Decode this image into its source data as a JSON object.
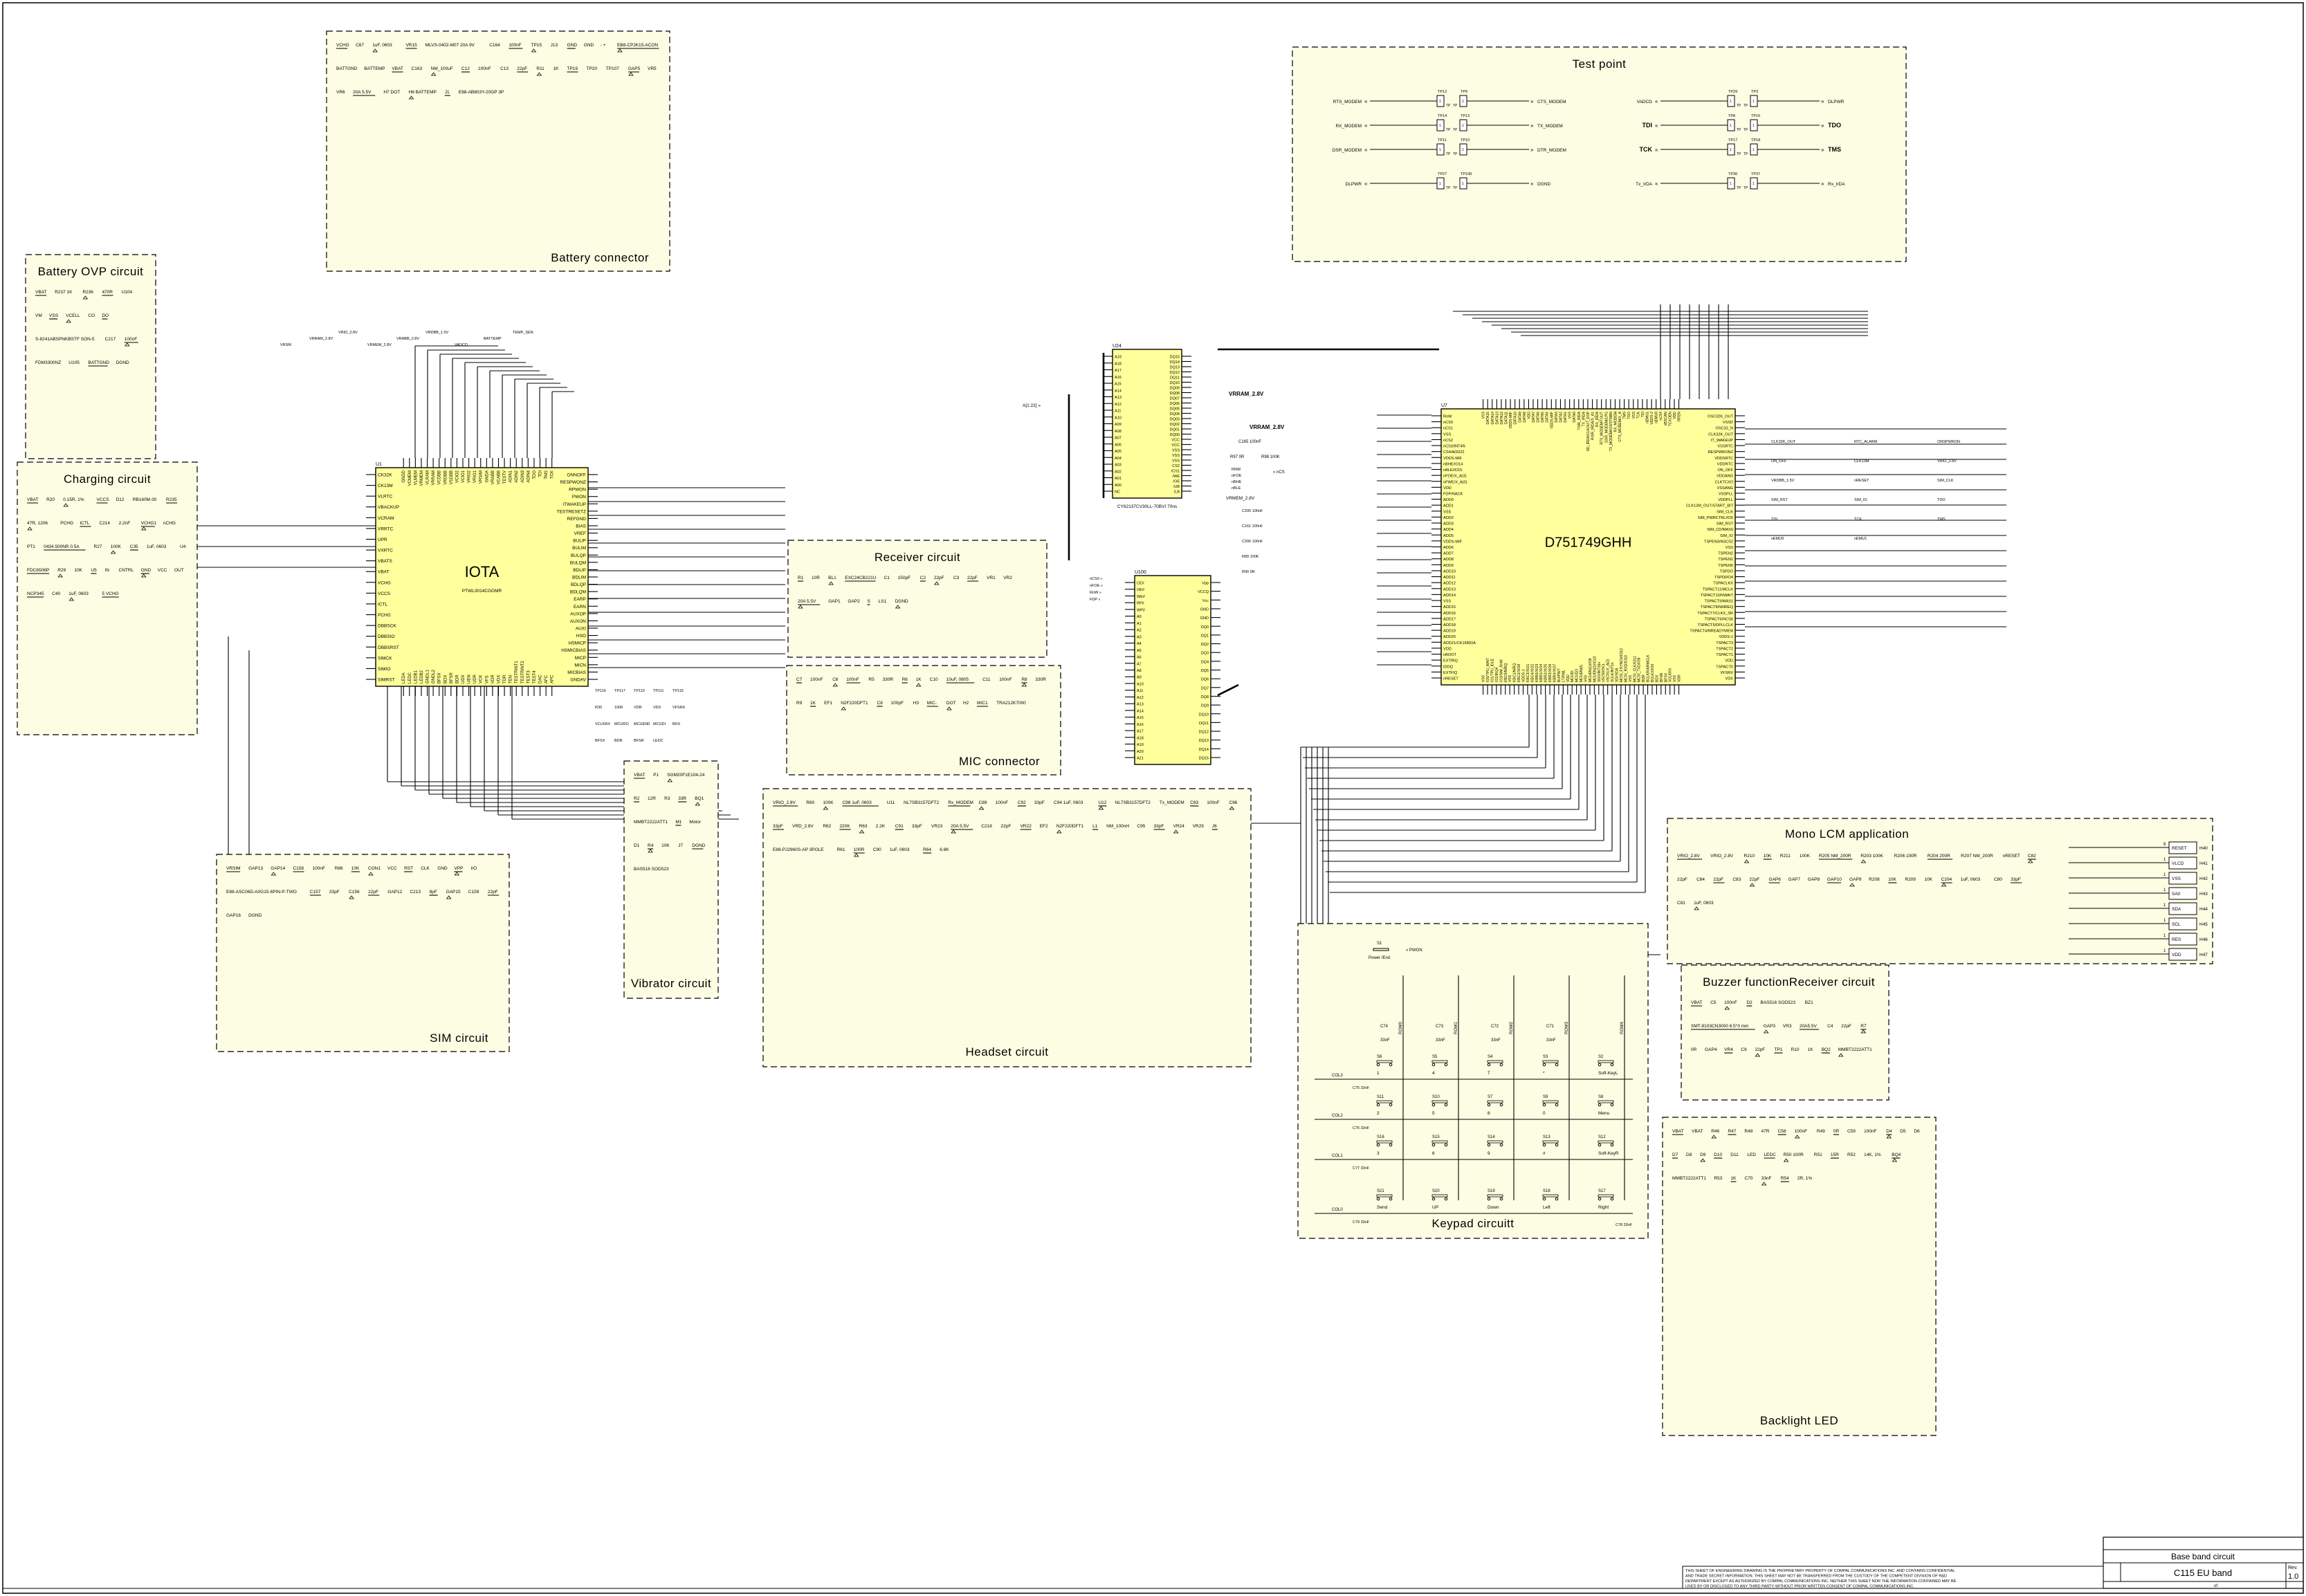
{
  "sheet": {
    "title": "Base band circuit",
    "project": "C115 EU band",
    "rev_label": "Rev.",
    "rev": "1.0",
    "sheet_of": "of",
    "disclaimer": [
      "THIS SHEET OF ENGINEERING DRAWING IS THE PROPRIETARY PROPERTY OF COMPAL COMMUNICATIONS INC. AND CONTAINS CONFIDENTIAL",
      "AND TRADE SECRET INFORMATION. THIS SHEET MAY NOT BE TRANSFERRED FROM THE CUSTODY OF THE COMPETENT DIVISION OF R&D",
      "DEPARTMENT EXCEPT AS AUTHORIZED BY COMPAL COMMUNICATIONS INC. NEITHER THIS SHEET NOR THE INFORMATION CONTAINED MAY BE",
      "USED BY OR DISCLOSED TO ANY THIRD PARTY WITHOUT PRIOR WRITTEN CONSENT OF COMPAL COMMUNICATIONS INC."
    ]
  },
  "colors": {
    "block_fill": "#fdfde3",
    "chip_fill": "#ffff9c",
    "wire": "#000000"
  },
  "blocks": [
    {
      "id": "battery",
      "title": "Battery connector",
      "parts": [
        "VCHG",
        "C67",
        "1uF, 0603",
        "VR15",
        "MLVS-0402-M07 20A 9V",
        "C164",
        "100nF",
        "TP15",
        "J13",
        "GND",
        "GND",
        "- +",
        "EB8-CPJK15-ACON",
        "BATTGND",
        "BATTEMP",
        "VBAT",
        "C163",
        "NM_100uF",
        "C12",
        "100nF",
        "C13",
        "22pF",
        "R11",
        "1K",
        "TP19",
        "TP20",
        "TP107",
        "GAP5",
        "VR5",
        "VR6",
        "20A 5.5V",
        "H7 DOT",
        "H6 BATTEMP",
        "J1",
        "E88-AB803Y-20GP 3P"
      ]
    },
    {
      "id": "testpoint",
      "title": "Test point",
      "parts": []
    },
    {
      "id": "ovp",
      "title": "Battery OVP circuit",
      "parts": [
        "VBAT",
        "R237 1K",
        "R236",
        "470R",
        "U104",
        "VM",
        "VSS",
        "VCELL",
        "CO",
        "DO",
        "S-8241ABSPNKBSTF SON-5",
        "C217",
        "100nF",
        "FDM3300NZ",
        "U105",
        "BATTGND",
        "DGND"
      ]
    },
    {
      "id": "charging",
      "title": "Charging circuit",
      "parts": [
        "VBAT",
        "R20",
        "0.15R, 1%",
        "VCCS",
        "D12",
        "RB160M-30",
        "R235",
        "47R, 1206",
        "PCHG",
        "ICTL",
        "C214",
        "2.2nF",
        "VCHG1",
        "nCHG",
        "PT1",
        "0434.500NR 0.5A",
        "R27",
        "100K",
        "C35",
        "1uF, 0603",
        "U4",
        "FDC6506P",
        "R29",
        "10K",
        "U5",
        "IN",
        "CNTRL",
        "GND",
        "VCC",
        "OUT",
        "NCP345",
        "C40",
        "1uF, 0603",
        "5 VCHG"
      ]
    },
    {
      "id": "receiver",
      "title": "Receiver circuit",
      "parts": [
        "R1",
        "10R",
        "BL1",
        "EXC24CB221U",
        "C1",
        "150pF",
        "C2",
        "22pF",
        "C3",
        "22pF",
        "VR1",
        "VR2",
        "20A 5.5V",
        "GAP1",
        "GAP2",
        "S",
        "LS1",
        "DGND"
      ]
    },
    {
      "id": "mic",
      "title": "MIC connector",
      "parts": [
        "C7",
        "100nF",
        "C6",
        "100nF",
        "R5",
        "330R",
        "R6",
        "1K",
        "C10",
        "10uF, 0805",
        "C11",
        "100nF",
        "R8",
        "330R",
        "R9",
        "1K",
        "EF1",
        "N2F220DFT1",
        "C8",
        "100pF",
        "H3",
        "MIC-",
        "DOT",
        "H2",
        "MIC1",
        "TRA212K7000"
      ]
    },
    {
      "id": "vibrator",
      "title": "Vibrator circuit",
      "parts": [
        "VBAT",
        "P1",
        "SGM20F1E104-24",
        "R2",
        "12R",
        "R3",
        "33R",
        "BQ1",
        "MMBT2222ATT1",
        "M1",
        "Motor",
        "D1",
        "R4",
        "10K",
        "J7",
        "DGND",
        "BAS516 SOD523"
      ]
    },
    {
      "id": "sim",
      "title": "SIM circuit",
      "parts": [
        "VRSIM",
        "GAP13",
        "GAP14",
        "C158",
        "100nF",
        "R86",
        "10K",
        "CON1",
        "VCC",
        "RST",
        "CLK",
        "GND",
        "VPP",
        "I/O",
        "E88-ASC06D-A0G15-6PIN-P-TWO",
        "C157",
        "33pF",
        "C156",
        "22pF",
        "GAP12",
        "C213",
        "9pF",
        "GAP15",
        "C159",
        "22pF",
        "GAP16",
        "DGND"
      ]
    },
    {
      "id": "headset",
      "title": "Headset circuit",
      "parts": [
        "VRIO_2.8V",
        "R60",
        "100K",
        "C98 1uF, 0603",
        "U11",
        "NL7SB3157DFT2",
        "Rx_MODEM",
        "C89",
        "100nF",
        "C92",
        "33pF",
        "C94 1uF, 0603",
        "U12",
        "NL7SB3157DFT2",
        "Tx_MODEM",
        "C93",
        "100nF",
        "C96",
        "33pF",
        "VRD_2.8V",
        "R62",
        "220K",
        "R63",
        "2.2K",
        "C91",
        "33pF",
        "VR23",
        "20A 5.5V",
        "C218",
        "22pF",
        "VR22",
        "EF2",
        "N2F220DFT1",
        "L1",
        "NM_100nH",
        "C95",
        "33pF",
        "VR24",
        "VR25",
        "J6",
        "E88-PJ2960S-AP 3POLE",
        "R61",
        "100R",
        "C90",
        "1uF, 0603",
        "R64",
        "6.8K"
      ]
    },
    {
      "id": "keypad",
      "title": "Keypad circuitt",
      "parts": []
    },
    {
      "id": "lcm",
      "title": "Mono LCM application",
      "parts": [
        "VRIO_2.8V",
        "VRIO_2.8V",
        "R210",
        "10K",
        "R211",
        "100K",
        "R205 NM_200R",
        "R203 100K",
        "R206 100R",
        "R204 200R",
        "R207 NM_200R",
        "nRESET",
        "C82",
        "22pF",
        "C84",
        "22pF",
        "C83",
        "22pF",
        "GAP6",
        "GAP7",
        "GAP8",
        "GAP10",
        "GAP9",
        "R208",
        "10K",
        "R209",
        "10K",
        "C204",
        "1uF, 0603",
        "C80",
        "33pF",
        "C81",
        "1uF, 0603"
      ]
    },
    {
      "id": "buzzer",
      "title": "Buzzer functionReceiver circuit",
      "parts": [
        "VBAT",
        "C5",
        "100nF",
        "D2",
        "BAS516 SOD523",
        "BZ1",
        "SMT-8103CN3000 8.5*3 mm",
        "GAP3",
        "VR3",
        "20A5.5V",
        "C4",
        "22pF",
        "R7",
        "0R",
        "GAP4",
        "VR4",
        "C9",
        "22pF",
        "TP1",
        "R10",
        "1K",
        "BQ2",
        "MMBT2222ATT1"
      ]
    },
    {
      "id": "backlight",
      "title": "Backlight LED",
      "parts": [
        "VBAT",
        "VBAT",
        "R46",
        "R47",
        "R48",
        "47R",
        "C58",
        "100nF",
        "R49",
        "0R",
        "C59",
        "100nF",
        "D4",
        "D5",
        "D6",
        "D7",
        "D8",
        "D9",
        "D10",
        "D11",
        "LED",
        "LEDC",
        "R50 100R",
        "R51",
        "15R",
        "R52",
        "14K, 1%",
        "BQ4",
        "MMBT2222ATT1",
        "R53",
        "1K",
        "C70",
        "33nF",
        "R54",
        "2R, 1%"
      ]
    }
  ],
  "test_points": {
    "rows": [
      {
        "left_net": "RTS_MODEM",
        "tp_a": "TP12",
        "tp_b": "TP9",
        "right_net": "CTS_MODEM"
      },
      {
        "left_net": "RX_MODEM",
        "tp_a": "TP14",
        "tp_b": "TP13",
        "right_net": "TX_MODEM"
      },
      {
        "left_net": "DSR_MODEM",
        "tp_a": "TP11",
        "tp_b": "TP10",
        "right_net": "DTR_MODEM"
      },
      {
        "left_net": "DLPWR",
        "tp_a": "TP27",
        "tp_b": "TP108",
        "right_net": "DGND"
      },
      {
        "left_net": "VADCD",
        "tp_a": "TP29",
        "tp_b": "TP3",
        "right_net": "DLPWR"
      },
      {
        "left_net": "TDI",
        "tp_a": "TP8",
        "tp_b": "TP16",
        "right_net": "TDO"
      },
      {
        "left_net": "TCK",
        "tp_a": "TP17",
        "tp_b": "TP18",
        "right_net": "TMS"
      },
      {
        "left_net": "Tx_IrDA",
        "tp_a": "TP36",
        "tp_b": "TP37",
        "right_net": "Rx_IrDA"
      }
    ],
    "tp_label": "TP",
    "pin": "1"
  },
  "chips": {
    "iota": {
      "ref": "U1",
      "name": "IOTA",
      "part": "PTWL3014CGGMR",
      "left": [
        "CK32K",
        "CK13M",
        "VLRTC",
        "VBACKUP",
        "VCRAM",
        "VRRTC",
        "UPR",
        "VXRTC",
        "VBATS",
        "VBAT",
        "VCHG",
        "VCCS",
        "ICTL",
        "PCHG",
        "DBBSCK",
        "DBBSIO",
        "DBBSRST",
        "SIMCK",
        "SIMIO",
        "SIMRST"
      ],
      "right": [
        "ONNOFF",
        "RESPWONZ",
        "RPWON",
        "PWON",
        "ITWAKEUP",
        "TESTRESETZ",
        "REFGND",
        "BIAS",
        "VREF",
        "BULIP",
        "BULIM",
        "BULQP",
        "BULQM",
        "BDLIP",
        "BDLIM",
        "BDLQP",
        "BDLQM",
        "EARP",
        "EARN",
        "AUXOP",
        "AUXON",
        "AUXI",
        "HSO",
        "HSMICP",
        "HSMICBIAS",
        "MICP",
        "MICN",
        "MICBIAS",
        "GNDAV"
      ],
      "top": [
        "GNDD",
        "VCMEM",
        "VLMEM",
        "VRMEM",
        "VLRAM",
        "VRRAM",
        "VCDBB",
        "VRDBB",
        "VSDBB",
        "VCIO2",
        "VCIO1",
        "VRIO2",
        "VRIO1",
        "VRSIM",
        "GNDA",
        "VRABB",
        "VCABB",
        "TESTV",
        "ADIN1",
        "ADIN2",
        "ADIN3",
        "ADIN4",
        "TDO",
        "TDI",
        "TMS",
        "TCK"
      ],
      "bottom": [
        "LEDA",
        "LEDC",
        "LEDB1",
        "LEDB2",
        "GNDL1",
        "GNDL2",
        "BFSX",
        "BDX",
        "BFSR",
        "BDR",
        "UDX",
        "UEN",
        "UDR",
        "VCK",
        "VFS",
        "VDR",
        "VDX",
        "TDR",
        "TEN",
        "TESTRINT1",
        "TESTRINT2",
        "TEST3",
        "TEST4",
        "DAC",
        "AFC",
        "APC"
      ]
    },
    "calypso": {
      "ref": "U7",
      "name": "D751749GHH",
      "left": [
        "RnW",
        "nCS0",
        "nCS1",
        "VSS",
        "nCS2",
        "nCS3/INT4N",
        "CS4/ADD22",
        "VDDS-MIF",
        "nBHE/IO14",
        "nBLE/IO15",
        "nFOE/X_A(3)",
        "nFWE/X_A(0)",
        "VDD",
        "FDP/NACK",
        "ADD0",
        "ADD1",
        "VSS",
        "ADD2",
        "ADD3",
        "ADD4",
        "ADD5",
        "VDDS-MIF",
        "ADD6",
        "ADD7",
        "ADD8",
        "ADD9",
        "ADD10",
        "ADD11",
        "ADD12",
        "ADD13",
        "ADD14",
        "VSS",
        "ADD15",
        "ADD16",
        "ADD17",
        "ADD18",
        "ADD19",
        "ADD20",
        "ADD21/CK16IRDA",
        "VDD",
        "nBOOT",
        "EXTIRQ",
        "IDDQ",
        "EXTFIQ",
        "nRESET"
      ],
      "right": [
        "OSC32K_OUT",
        "VSSD",
        "OSC32_N",
        "CLK32K_OUT",
        "IT_WAKEUP",
        "VSSRTC",
        "RESPWRONZ",
        "VDDSRTC",
        "VDDRTC",
        "ON_OFF",
        "VDDANG",
        "CLKTCXO",
        "VSSANG",
        "VSSPLL",
        "VDDPLL",
        "CLK13M_OUT/START_BIT",
        "SIM_CLK",
        "SIM_PWRCTRL/IO5",
        "SIM_RST",
        "SIM_CD/MAS0",
        "SIM_IO",
        "TSPEN3/NSCS2",
        "VSS",
        "TSPEN2",
        "TSPEN1",
        "TSPEN0",
        "TSPDO",
        "TSPDI/IO4",
        "TSPACLKX",
        "TSPACT11/MCLK",
        "TSPACT10/NWAIT",
        "TSPACT9/MAS1",
        "TSPACT8/NMREQ",
        "TSPACT7/CLKX_SR",
        "TSPACT6/NCS6",
        "TSPACT5/DPLLCLK",
        "TSPACT4/NREADYMEM",
        "VDDS-1",
        "TSPACT3",
        "TSPACT2",
        "TSPACT1",
        "VDD",
        "TSPACT0",
        "VFSRX",
        "VDX"
      ],
      "top": [
        "VSS",
        "DATA15",
        "DATA14",
        "DATA13",
        "DATA12",
        "DATA11",
        "VDDS-MIF",
        "DATA10",
        "DATA9",
        "DATA8",
        "VDD",
        "DATA7",
        "DATA6",
        "DATA5",
        "DATA4",
        "VDDS-MIF",
        "DATA3",
        "DATA2",
        "DATA1",
        "VSS",
        "DATA0",
        "TXIR_IRDA",
        "TX_IRDA",
        "SD_IRDA/CLKOUT_DSP",
        "RXIR_IRDA/X_A1",
        "RX_IRDA",
        "RTS_MODEM/TOUT",
        "DSR_MODEM/LPG",
        "TX_MODEM/IO3/STRBN",
        "RX_MODEM",
        "CTS_MODEM/X_A",
        "TMS",
        "TDO",
        "VSS",
        "TCK",
        "TDI",
        "nEMU1",
        "VDDS-2",
        "nEMU0",
        "nCS4",
        "nBSCAN",
        "TCXOEN",
        "VDD",
        "RFEN"
      ],
      "bottom": [
        "VSS",
        "IO0/TPU_WAIT",
        "IO1/TPU_IDLE",
        "IO2/IRQ4",
        "IO3/SIM_RnW",
        "KBC0/NIRQ",
        "VSS",
        "KBC1/NIRQ",
        "KBC2/XIO0",
        "VDDS-1",
        "KBC3/XIO1",
        "KBC4/XIO2",
        "KBR0/XIO3",
        "KBR1/XIO4",
        "KBR2/XIO5",
        "KBR3/XIO6",
        "KBR4/XIO7",
        "BU/PWT",
        "LT/PWL",
        "VDD",
        "MCUDI",
        "MCUDO",
        "MCUEN(0)",
        "VSS",
        "MCUEN(1)/IO8",
        "MCUEN(2)/IO13",
        "SDO/INT10n",
        "nSCS0/SCL",
        "nSCS1/X_A(2)",
        "SCLK/INT1n",
        "SDI/SDA",
        "MCSI_FSYNCH/IO12",
        "MCSI_RXD/IO10",
        "VSS",
        "MCSI_CLK/IO11",
        "MCSI_TXD/IO9",
        "BDR",
        "BCLKR/ARMCLK",
        "BCLKX/IO6",
        "BDX",
        "BFSR",
        "BFSX",
        "VCLKRX",
        "VSS",
        "VDR"
      ]
    },
    "sram": {
      "ref": "U24",
      "part": "CY62137CV30LL-70BVI 70ns",
      "left": [
        "A19",
        "A18",
        "A17",
        "A16",
        "A15",
        "A14",
        "A13",
        "A12",
        "A11",
        "A10",
        "A09",
        "A08",
        "A07",
        "A06",
        "A05",
        "A04",
        "A03",
        "A02",
        "A01",
        "A00",
        "NC"
      ],
      "right": [
        "DQ15",
        "DQ14",
        "DQ13",
        "DQ12",
        "DQ11",
        "DQ10",
        "DQ09",
        "DQ08",
        "DQ07",
        "DQ06",
        "DQ05",
        "DQ04",
        "DQ03",
        "DQ02",
        "DQ01",
        "DQ00",
        "VCC",
        "VCC",
        "VSS",
        "VSS",
        "VSS",
        "CS2",
        "/CS1",
        "/WE",
        "/OE",
        "/UB",
        "/LB"
      ]
    },
    "flash": {
      "ref": "U100",
      "left": [
        "CE#",
        "OE#",
        "WE#",
        "RP#",
        "WP#",
        "A0",
        "A1",
        "A2",
        "A3",
        "A4",
        "A5",
        "A6",
        "A7",
        "A8",
        "A9",
        "A10",
        "A11",
        "A12",
        "A13",
        "A14",
        "A15",
        "A16",
        "A17",
        "A18",
        "A19",
        "A20",
        "A21"
      ],
      "right": [
        "Vpp",
        "VCCQ",
        "Vcc",
        "GND",
        "GND",
        "DQ0",
        "DQ1",
        "DQ2",
        "DQ3",
        "DQ4",
        "DQ5",
        "DQ6",
        "DQ7",
        "DQ8",
        "DQ9",
        "DQ10",
        "DQ11",
        "DQ12",
        "DQ13",
        "DQ14",
        "DQ15"
      ]
    }
  },
  "nets": {
    "vrram": "VRRAM_2.8V",
    "vrram2": "VRRAM_2.8V",
    "vrmem": "VRMEM_2.8V",
    "addr_bus": "A[1:22]",
    "ncs": "nCS",
    "r97": "R97 0R",
    "r98": "R98 100K",
    "c165": "C165 100nF",
    "sram_ctrl": [
      "RNW",
      "nFOE",
      "nBHE",
      "nBLE"
    ],
    "flash_ctrl": [
      "nCS0",
      "nFOE",
      "RnW",
      "FDP"
    ],
    "caps": [
      "C205 100nF",
      "C161 100nF",
      "C206 100nF",
      "R89 100K",
      "R90 0R"
    ],
    "iota_top": [
      "VRSM",
      "VRRAM_2.8V",
      "VRIO_2.8V",
      "VRMEM_2.8V",
      "VRABB_2.8V",
      "VRDBB_1.5V",
      "VADCD",
      "BATTEMP",
      "TEMP_SEN"
    ],
    "iota_misc": [
      "TP116",
      "TP117",
      "TP110",
      "TP111",
      "TP115",
      "R30",
      "100K",
      "VDR",
      "VDX",
      "VFSRX",
      "VCLKRX",
      "MCUDO",
      "MCUEN0",
      "MCUDI",
      "BDX",
      "BFSX",
      "BDR",
      "BFSR",
      "LEDC"
    ],
    "calypso_misc": [
      "CLK32K_OUT",
      "RTC_ALARM",
      "ONSPWRON",
      "ON_OFF",
      "CLK13M",
      "VRIO_2.8V",
      "VRDBB_1.5V",
      "nRESET",
      "SIM_CLK",
      "SIM_RST",
      "SIM_IO",
      "TDO",
      "TDI",
      "TCK",
      "TMS",
      "nEMU0",
      "nEMU1"
    ]
  },
  "keypad": {
    "power_switch": {
      "ref": "S1",
      "label": "Power /End",
      "net": "PWON"
    },
    "rows_labels": [
      "ROW0",
      "ROW1",
      "ROW2",
      "ROW3",
      "ROW4"
    ],
    "cols_labels": [
      "COL3",
      "COL2",
      "COL1",
      "COL0"
    ],
    "row_caps": [
      {
        "ref": "C74",
        "value": "33nF"
      },
      {
        "ref": "C73",
        "value": "33nF"
      },
      {
        "ref": "C72",
        "value": "33nF"
      },
      {
        "ref": "C71",
        "value": "33nF"
      }
    ],
    "col_caps": [
      {
        "ref": "C75",
        "value": "33nF"
      },
      {
        "ref": "C76",
        "value": "33nF"
      },
      {
        "ref": "C77",
        "value": "33nF"
      },
      {
        "ref": "C79",
        "value": "33nF"
      }
    ],
    "extra_cap": {
      "ref": "C78",
      "value": "33nF"
    },
    "keys": [
      [
        {
          "ref": "S6",
          "label": "1"
        },
        {
          "ref": "S5",
          "label": "4"
        },
        {
          "ref": "S4",
          "label": "7"
        },
        {
          "ref": "S3",
          "label": "*"
        },
        {
          "ref": "S2",
          "label": "Soft-KeyL"
        }
      ],
      [
        {
          "ref": "S11",
          "label": "2"
        },
        {
          "ref": "S10",
          "label": "5"
        },
        {
          "ref": "S7",
          "label": "8"
        },
        {
          "ref": "S9",
          "label": "0"
        },
        {
          "ref": "S8",
          "label": "Menu"
        }
      ],
      [
        {
          "ref": "S16",
          "label": "3"
        },
        {
          "ref": "S15",
          "label": "6"
        },
        {
          "ref": "S14",
          "label": "9"
        },
        {
          "ref": "S13",
          "label": "#"
        },
        {
          "ref": "S12",
          "label": "Soft-KeyR"
        }
      ],
      [
        {
          "ref": "S21",
          "label": "Send"
        },
        {
          "ref": "S20",
          "label": "UP"
        },
        {
          "ref": "S19",
          "label": "Down"
        },
        {
          "ref": "S18",
          "label": "Left"
        },
        {
          "ref": "S17",
          "label": "Right"
        }
      ]
    ]
  },
  "lcm_connector": [
    {
      "pin": "8",
      "name": "RESET",
      "ref": "H40"
    },
    {
      "pin": "1",
      "name": "VLCD",
      "ref": "H41"
    },
    {
      "pin": "1",
      "name": "VSS",
      "ref": "H42"
    },
    {
      "pin": "1",
      "name": "SA0",
      "ref": "H43"
    },
    {
      "pin": "1",
      "name": "SDA",
      "ref": "H44"
    },
    {
      "pin": "1",
      "name": "SCL",
      "ref": "H45"
    },
    {
      "pin": "1",
      "name": "RES",
      "ref": "H46"
    },
    {
      "pin": "1",
      "name": "VDD",
      "ref": "H47"
    }
  ]
}
